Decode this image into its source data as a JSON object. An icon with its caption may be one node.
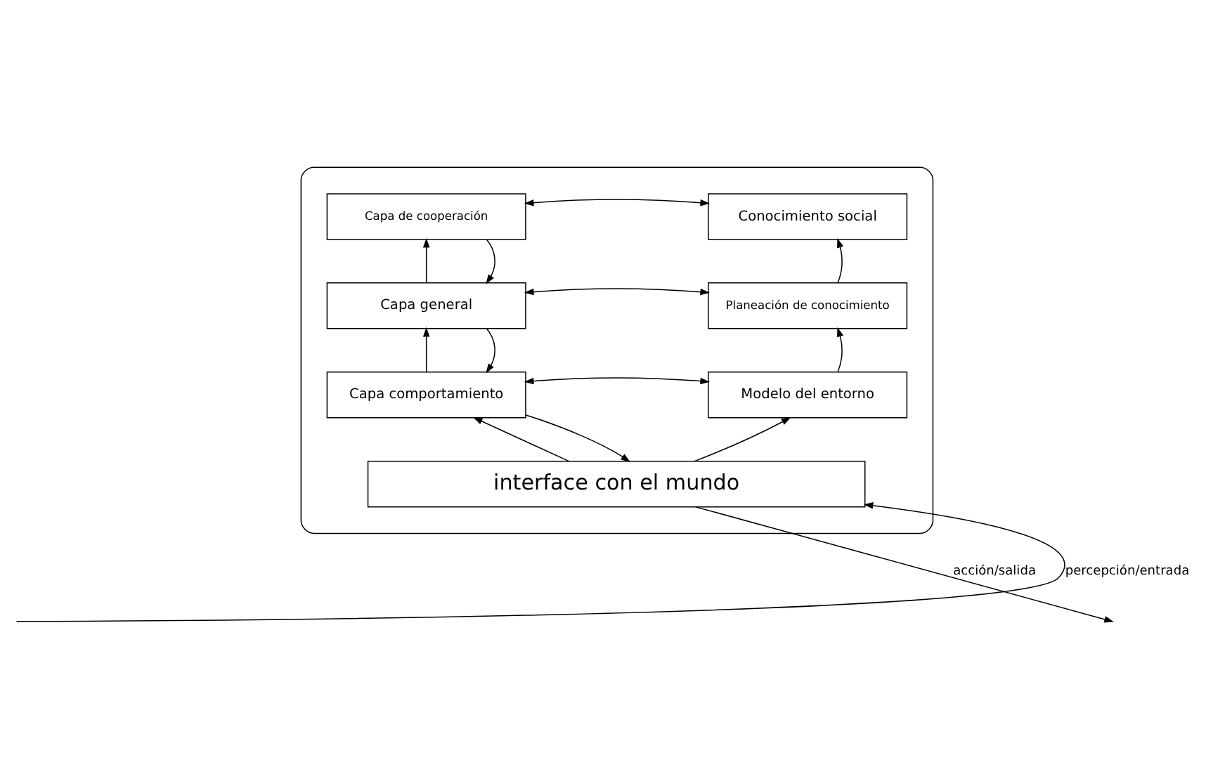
{
  "diagram": {
    "nodes": [
      {
        "text": [],
        "shape": "box"
      },
      {
        "text": [
          "Capa de cooperación"
        ],
        "in": 0
      },
      {
        "text": [
          "Conocimiento social"
        ],
        "in": 0
      },
      {
        "text": [
          "Capa general"
        ],
        "in": 0
      },
      {
        "text": [
          "Planeación de conocimiento"
        ],
        "in": 0
      },
      {
        "text": [
          "Capa comportamiento"
        ],
        "in": 0
      },
      {
        "text": [
          "Modelo del entorno"
        ],
        "in": 0
      },
      {
        "text": [
          "interface con el mundo"
        ],
        "in": 0
      }
    ],
    "edges": [
      {
        "from": 1,
        "to": 2,
        "arrow": "both"
      },
      {
        "from": 3,
        "to": 1,
        "arrow": "to"
      },
      {
        "from": 1,
        "to": 3,
        "arrow": "to"
      },
      {
        "from": 3,
        "to": 4,
        "arrow": "both"
      },
      {
        "from": 4,
        "to": 2,
        "arrow": "to"
      },
      {
        "from": 5,
        "to": 3,
        "arrow": "to"
      },
      {
        "from": 3,
        "to": 5,
        "arrow": "to"
      },
      {
        "from": 5,
        "to": 6,
        "arrow": "both"
      },
      {
        "from": 6,
        "to": 4,
        "arrow": "to"
      },
      {
        "from": 7,
        "to": 5,
        "arrow": "to"
      },
      {
        "from": 5,
        "to": 7,
        "arrow": "to"
      },
      {
        "from": 7,
        "to": 6,
        "arrow": "to"
      },
      {
        "from": null,
        "to": 7,
        "arrow": "to",
        "label": "percepción/entrada"
      },
      {
        "from": 7,
        "to": null,
        "arrow": "to",
        "label": "acción/salida"
      }
    ]
  }
}
